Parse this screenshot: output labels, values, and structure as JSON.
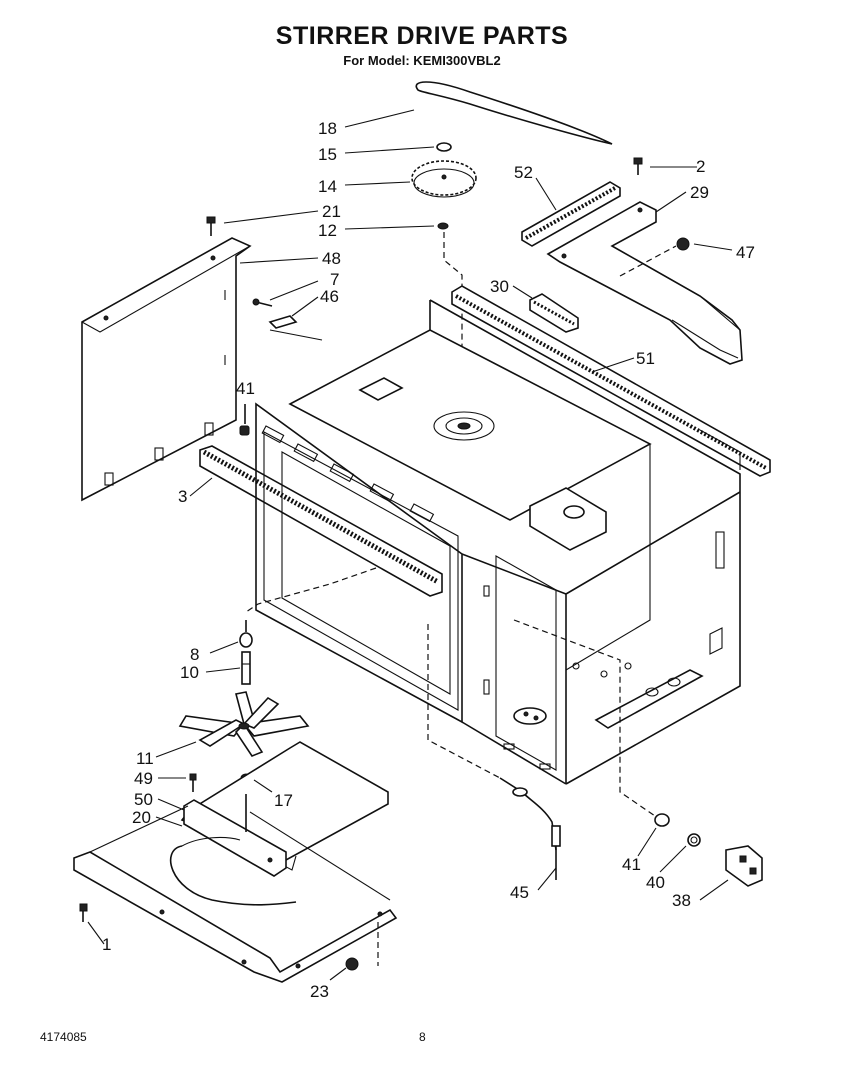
{
  "header": {
    "title": "STIRRER DRIVE PARTS",
    "subtitle": "For Model: KEMI300VBL2"
  },
  "footer": {
    "doc_number": "4174085",
    "page_number": "8"
  },
  "callouts": [
    "18",
    "15",
    "14",
    "12",
    "21",
    "48",
    "7",
    "46",
    "41",
    "3",
    "52",
    "29",
    "2",
    "47",
    "30",
    "51",
    "8",
    "10",
    "11",
    "49",
    "50",
    "20",
    "17",
    "1",
    "23",
    "45",
    "41",
    "40",
    "38"
  ]
}
